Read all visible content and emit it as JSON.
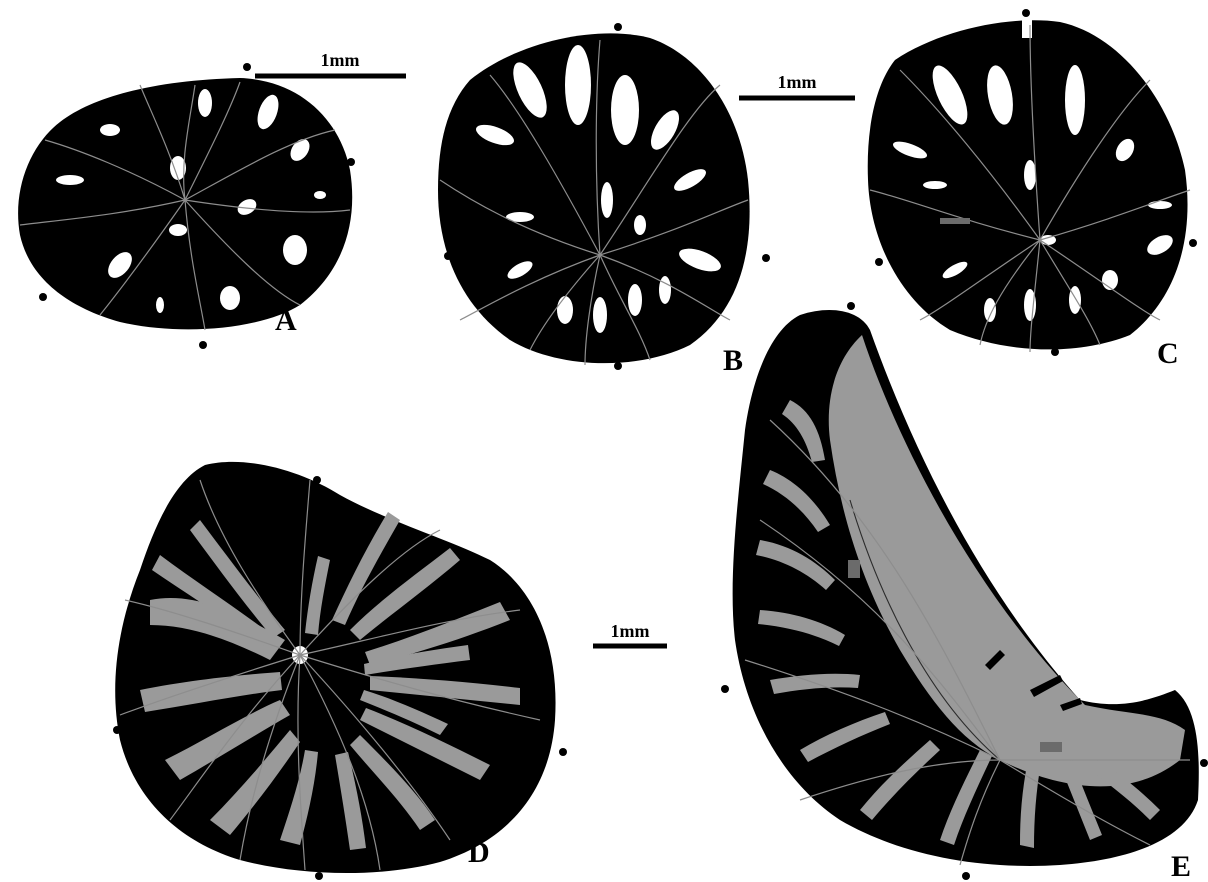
{
  "figure": {
    "panels": [
      {
        "id": "A",
        "label": "A"
      },
      {
        "id": "B",
        "label": "B"
      },
      {
        "id": "C",
        "label": "C"
      },
      {
        "id": "D",
        "label": "D"
      },
      {
        "id": "E",
        "label": "E"
      }
    ],
    "scale_bars": [
      {
        "id": "scale-a",
        "text": "1mm"
      },
      {
        "id": "scale-bc",
        "text": "1mm"
      },
      {
        "id": "scale-de",
        "text": "1mm"
      }
    ],
    "colors": {
      "skeleton": "#000000",
      "septa_lines": "#8d8d8d",
      "infill_grey": "#9a9a9a",
      "pores": "#ffffff"
    }
  }
}
